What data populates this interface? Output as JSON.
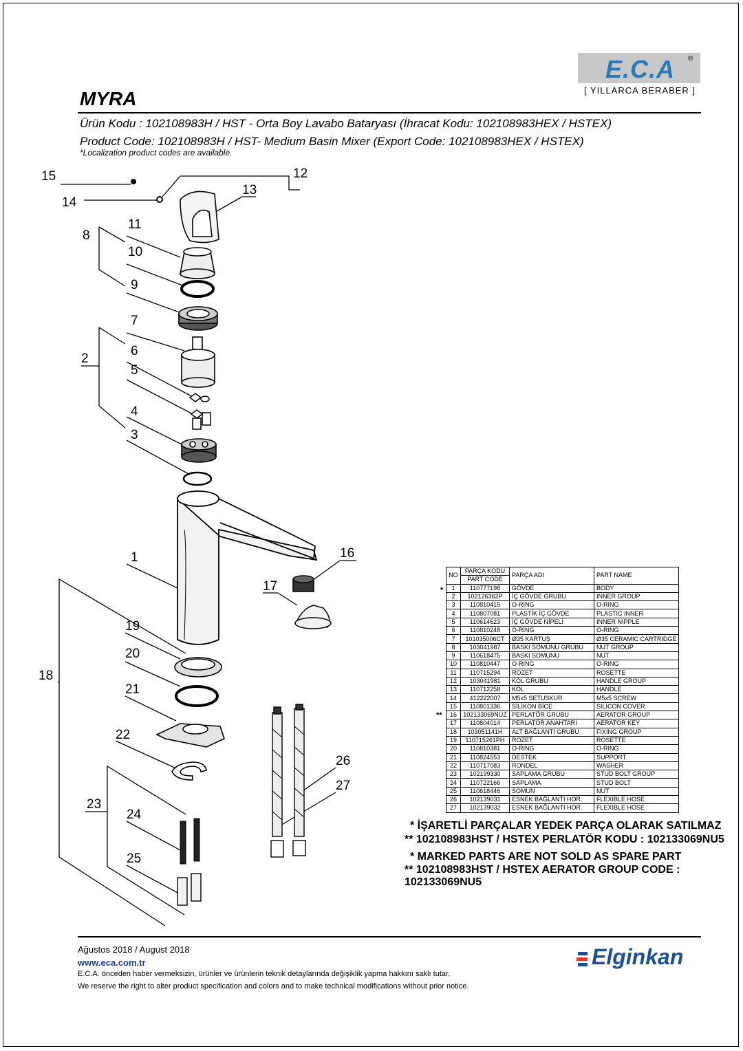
{
  "header": {
    "logo": "E.C.A",
    "slogan": "[ YILLARCA BERABER ]",
    "title": "MYRA",
    "line_tr": "Ürün Kodu : 102108983H / HST - Orta Boy Lavabo Bataryası (İhracat Kodu: 102108983HEX  / HSTEX)",
    "line_en": "Product Code: 102108983H  / HST- Medium Basin Mixer (Export Code: 102108983HEX  / HSTEX)",
    "line_loc": "*Localization product codes are available."
  },
  "callouts": {
    "c1": "1",
    "c2": "2",
    "c3": "3",
    "c4": "4",
    "c5": "5",
    "c6": "6",
    "c7": "7",
    "c8": "8",
    "c9": "9",
    "c10": "10",
    "c11": "11",
    "c12": "12",
    "c13": "13",
    "c14": "14",
    "c15": "15",
    "c16": "16",
    "c17": "17",
    "c18": "18",
    "c19": "19",
    "c20": "20",
    "c21": "21",
    "c22": "22",
    "c23": "23",
    "c24": "24",
    "c25": "25",
    "c26": "26",
    "c27": "27"
  },
  "table": {
    "h_no": "NO",
    "h_code_tr": "PARÇA KODU",
    "h_code_en": "PART CODE",
    "h_name_tr": "PARÇA ADI",
    "h_name_en": "PART NAME",
    "rows": [
      {
        "no": "1",
        "code": "110777198",
        "tr": "GÖVDE",
        "en": "BODY"
      },
      {
        "no": "2",
        "code": "102126362P",
        "tr": "İÇ GÖVDE GRUBU",
        "en": "INNER GROUP"
      },
      {
        "no": "3",
        "code": "110810415",
        "tr": "O-RING",
        "en": "O-RING"
      },
      {
        "no": "4",
        "code": "110807081",
        "tr": "PLASTİK İÇ GÖVDE",
        "en": "PLASTIC INNER"
      },
      {
        "no": "5",
        "code": "110614623",
        "tr": "İÇ GÖVDE NİPELİ",
        "en": "INNER NIPPLE"
      },
      {
        "no": "6",
        "code": "110810248",
        "tr": "O-RING",
        "en": "O-RING"
      },
      {
        "no": "7",
        "code": "101035006CT",
        "tr": "Ø35 KARTUŞ",
        "en": "Ø35 CERAMIC CARTRIDGE"
      },
      {
        "no": "8",
        "code": "103041987",
        "tr": "BASKI SOMUNU GRUBU",
        "en": "NUT GROUP"
      },
      {
        "no": "9",
        "code": "110618475",
        "tr": "BASKI SOMUNU",
        "en": "NUT"
      },
      {
        "no": "10",
        "code": "110810447",
        "tr": "O-RING",
        "en": "O-RING"
      },
      {
        "no": "11",
        "code": "110715294",
        "tr": "ROZET",
        "en": "ROSETTE"
      },
      {
        "no": "12",
        "code": "103041981",
        "tr": "KOL GRUBU",
        "en": "HANDLE GROUP"
      },
      {
        "no": "13",
        "code": "110712258",
        "tr": "KOL",
        "en": "HANDLE"
      },
      {
        "no": "14",
        "code": "412222007",
        "tr": "M5x5 SETUSKUR",
        "en": "M5x5 SCREW"
      },
      {
        "no": "15",
        "code": "110801336",
        "tr": "SİLİKON BİCE",
        "en": "SILICON COVER"
      },
      {
        "no": "16",
        "code": "102133069NUZ",
        "tr": "PERLATÖR GRUBU",
        "en": "AERATOR GROUP"
      },
      {
        "no": "17",
        "code": "110804014",
        "tr": "PERLATÖR ANAHTARI",
        "en": "AERATOR KEY"
      },
      {
        "no": "18",
        "code": "103051141H",
        "tr": "ALT BAĞLANTI GRUBU",
        "en": "FIXING GROUP"
      },
      {
        "no": "19",
        "code": "110715261PH",
        "tr": "ROZET",
        "en": "ROSETTE"
      },
      {
        "no": "20",
        "code": "110810381",
        "tr": "O-RING",
        "en": "O-RING"
      },
      {
        "no": "21",
        "code": "110824553",
        "tr": "DESTEK",
        "en": "SUPPORT"
      },
      {
        "no": "22",
        "code": "110717083",
        "tr": "RONDEL",
        "en": "WASHER"
      },
      {
        "no": "23",
        "code": "102199330",
        "tr": "SAPLAMA GRUBU",
        "en": "STUD BOLT GROUP"
      },
      {
        "no": "24",
        "code": "110722166",
        "tr": "SAPLAMA",
        "en": "STUD BOLT"
      },
      {
        "no": "25",
        "code": "110618446",
        "tr": "SOMUN",
        "en": "NUT"
      },
      {
        "no": "26",
        "code": "102139031",
        "tr": "ESNEK BAĞLANTI HOR.",
        "en": "FLEXIBLE HOSE"
      },
      {
        "no": "27",
        "code": "102139032",
        "tr": "ESNEK BAĞLANTI HOR.",
        "en": "FLEXIBLE HOSE"
      }
    ],
    "mark1": "*",
    "mark16": "**"
  },
  "notes": {
    "n1": "* İŞARETLİ PARÇALAR YEDEK PARÇA OLARAK SATILMAZ",
    "n2": "** 102108983HST / HSTEX PERLATÖR KODU : 102133069NU5",
    "n3": "* MARKED PARTS ARE NOT SOLD AS SPARE PART",
    "n4": "** 102108983HST / HSTEX AERATOR GROUP CODE : 102133069NU5"
  },
  "footer": {
    "date": "Ağustos 2018 / August 2018",
    "web": "www.eca.com.tr",
    "disc_tr": "E.C.A. önceden haber vermeksizin, ürünler ve ürünlerin teknik detaylarında değişiklik yapma hakkını saklı tutar.",
    "disc_en": "We reserve the right to alter product specification and colors and to make technical modifications without prior notice.",
    "brand": "Elginkan"
  }
}
